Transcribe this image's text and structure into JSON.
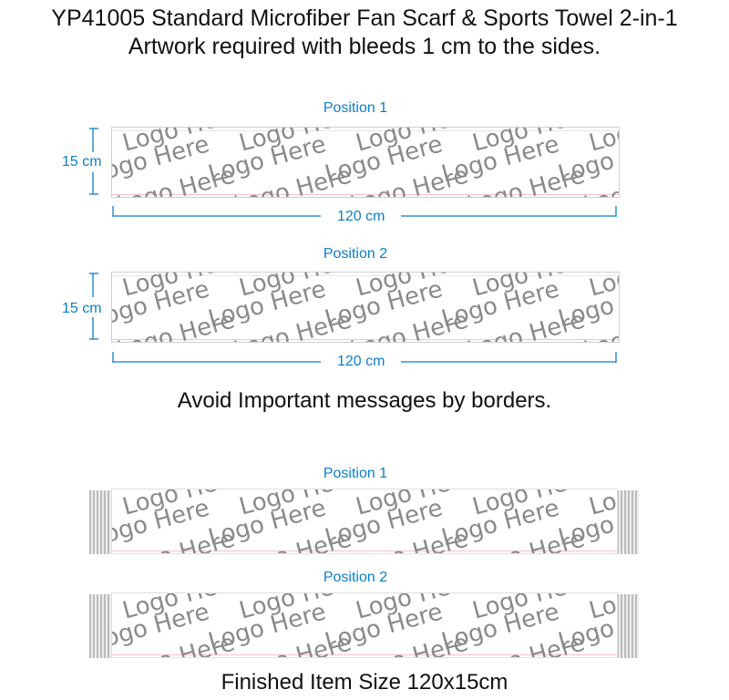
{
  "title_line1": "YP41005 Standard Microfiber Fan Scarf & Sports Towel 2-in-1",
  "title_line2": "Artwork required with bleeds 1 cm to the sides.",
  "panels": [
    {
      "label": "Position 1",
      "height_label": "15 cm",
      "width_label": "120 cm"
    },
    {
      "label": "Position 2",
      "height_label": "15 cm",
      "width_label": "120 cm"
    }
  ],
  "caption_avoid": "Avoid Important messages by borders.",
  "finished": [
    {
      "label": "Position 1"
    },
    {
      "label": "Position 2"
    }
  ],
  "caption_finished": "Finished Item Size 120x15cm",
  "logo_text": "Logo Here",
  "colors": {
    "accent": "#0b7fc7",
    "logo": "#8a8a8a",
    "border_pink": "#f3c1cc"
  }
}
